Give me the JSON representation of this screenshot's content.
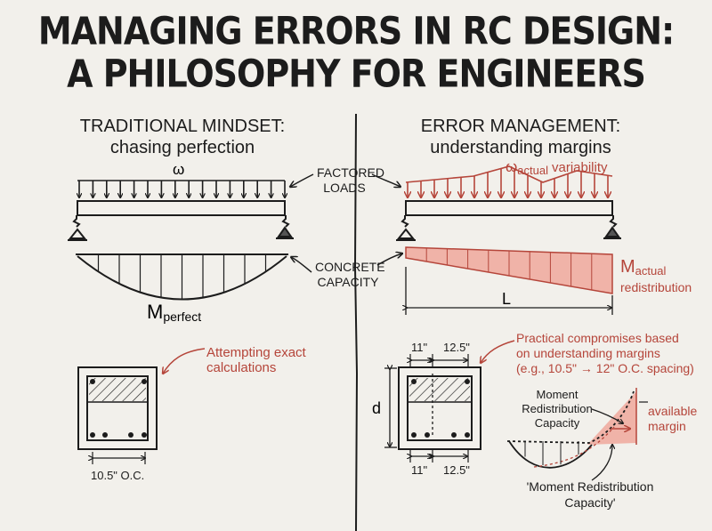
{
  "title": {
    "line1": "MANAGING ERRORS IN RC DESIGN:",
    "line2": "A PHILOSOPHY FOR ENGINEERS"
  },
  "left": {
    "heading1": "TRADITIONAL MINDSET:",
    "heading2": "chasing perfection",
    "load_symbol": "ω",
    "moment_label": "M",
    "moment_sub": "perfect",
    "annotation1": "Attempting exact",
    "annotation2": "calculations",
    "spacing": "10.5\" O.C."
  },
  "center": {
    "factored1": "FACTORED",
    "factored2": "LOADS",
    "concrete1": "CONCRETE",
    "concrete2": "CAPACITY"
  },
  "right": {
    "heading1": "ERROR MANAGEMENT:",
    "heading2": "understanding margins",
    "load_symbol": "ω",
    "load_sub": "actual",
    "load_suffix": "variability",
    "moment_label": "M",
    "moment_sub": "actual",
    "moment_line2": "redistribution",
    "span": "L",
    "compromise1": "Practical compromises based",
    "compromise2": "on understanding margins",
    "compromise3": "(e.g., 10.5\" → 12\" O.C. spacing)",
    "dim_top_a": "11\"",
    "dim_top_b": "12.5\"",
    "dim_bot_a": "11\"",
    "dim_bot_b": "12.5\"",
    "depth": "d",
    "mrc1": "Moment",
    "mrc2": "Redistribution",
    "mrc3": "Capacity",
    "avail1": "available",
    "avail2": "margin",
    "bottom1": "'Moment Redistribution",
    "bottom2": "Capacity'"
  },
  "colors": {
    "ink": "#1c1c1c",
    "accent": "#b5453a",
    "fill": "#f0b3a8",
    "background": "#f2f0eb"
  }
}
